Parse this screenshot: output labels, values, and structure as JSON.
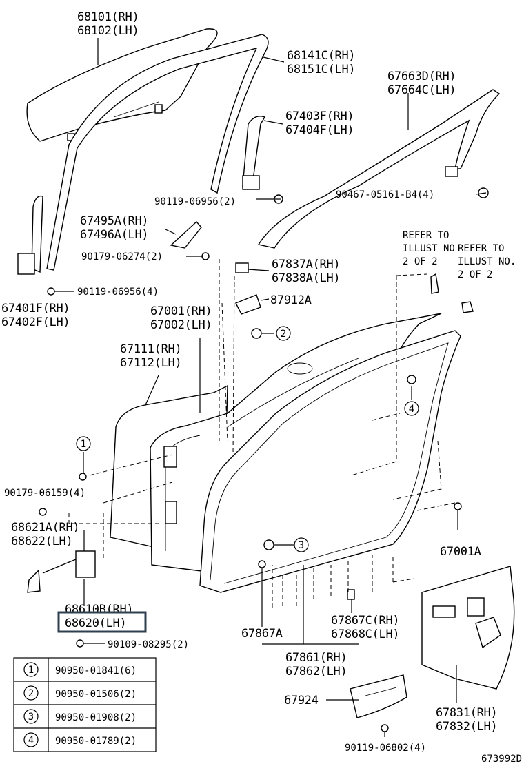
{
  "labels": {
    "glass_rh": "68101(RH)",
    "glass_lh": "68102(LH)",
    "run_rh": "68141C(RH)",
    "run_lh": "68151C(LH)",
    "molding_rh": "67663D(RH)",
    "molding_lh": "67664C(LH)",
    "frame_rh": "67403F(RH)",
    "frame_lh": "67404F(LH)",
    "bolt_a": "90119-06956(2)",
    "bolt_b": "90467-05161-B4(4)",
    "cover_rh": "67495A(RH)",
    "cover_lh": "67496A(LH)",
    "clip_a": "90179-06274(2)",
    "bolt_c": "90119-06956(4)",
    "rear_frame_rh": "67401F(RH)",
    "rear_frame_lh": "67402F(LH)",
    "door_rh": "67001(RH)",
    "door_lh": "67002(LH)",
    "weather_rh": "67837A(RH)",
    "weather_lh": "67838A(LH)",
    "pad": "87912A",
    "outer_rh": "67111(RH)",
    "outer_lh": "67112(LH)",
    "nut_a": "90179-06159(4)",
    "stopper_rh": "68621A(RH)",
    "stopper_lh": "68622(LH)",
    "hinge_rh": "68610B(RH)",
    "hinge_lh": "68620(LH)",
    "bolt_d": "90109-08295(2)",
    "plug": "67001A",
    "seal_a": "67867A",
    "seal_c_rh": "67867C(RH)",
    "seal_c_lh": "67868C(LH)",
    "ws_rh": "67861(RH)",
    "ws_lh": "67862(LH)",
    "bracket": "67924",
    "bolt_e": "90119-06802(4)",
    "film_rh": "67831(RH)",
    "film_lh": "67832(LH)",
    "callout_2": "2",
    "callout_3": "3",
    "callout_4": "4",
    "callout_1": "1",
    "diagram_id": "673992D"
  },
  "refer_notes": [
    {
      "line1": "REFER TO",
      "line2": "ILLUST NO.",
      "line3": "2 OF 2"
    },
    {
      "line1": "REFER TO",
      "line2": "ILLUST NO.",
      "line3": "2 OF 2"
    }
  ],
  "legend": [
    {
      "num": "1",
      "part": "90950-01841(6)"
    },
    {
      "num": "2",
      "part": "90950-01506(2)"
    },
    {
      "num": "3",
      "part": "90950-01908(2)"
    },
    {
      "num": "4",
      "part": "90950-01789(2)"
    }
  ],
  "colors": {
    "line": "#000000",
    "highlight_box": "#2f3f4f",
    "background": "#ffffff"
  }
}
